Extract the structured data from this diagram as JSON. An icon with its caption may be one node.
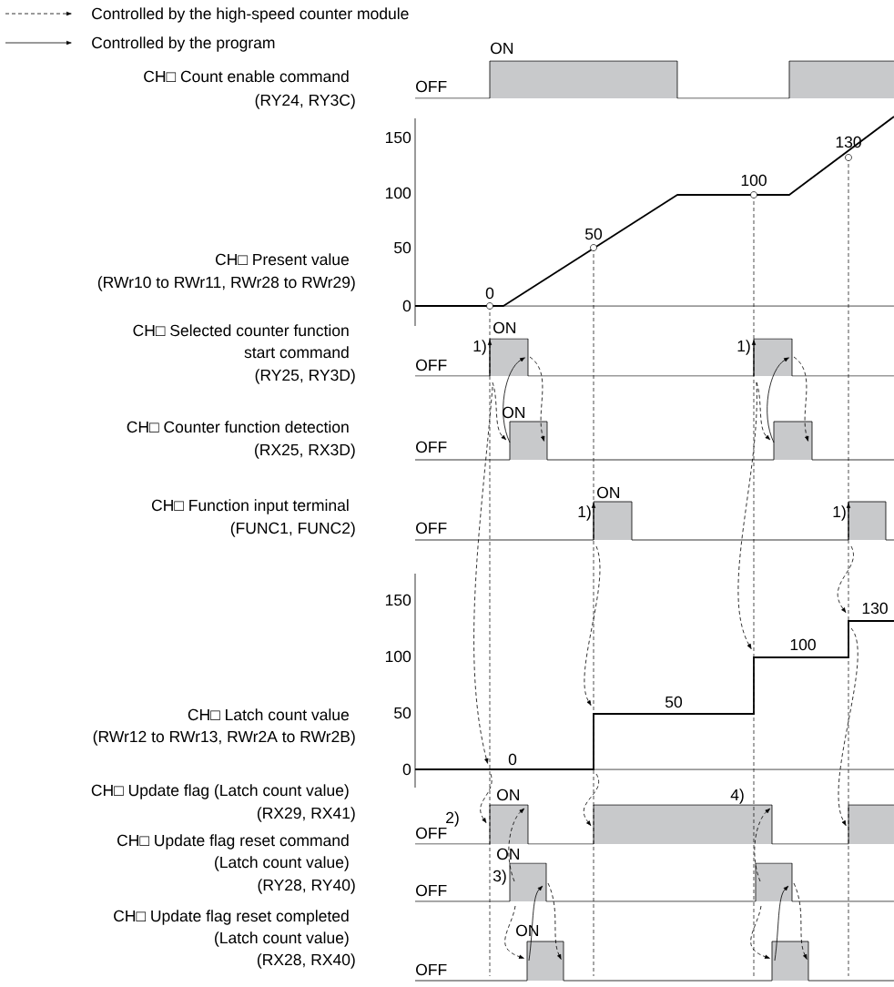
{
  "diagram": {
    "labels": [
      "ON",
      "CH□ Count enable command",
      "(RY24, RY3C)",
      "OFF",
      "150",
      "130",
      "100",
      "100",
      "50",
      "50",
      "CH□ Present value",
      "(RWr10 to RWr11, RWr28 to RWr29)",
      "0",
      "0",
      "CH□ Selected counter function",
      "ON",
      "start command",
      "1)",
      "1)",
      "OFF",
      "(RY25, RY3D)",
      "CH□ Counter function detection",
      "ON",
      "OFF",
      "(RX25, RX3D)",
      "ON",
      "CH□ Function input terminal",
      "1)",
      "1)",
      "OFF",
      "(FUNC1, FUNC2)",
      "150",
      "130",
      "100",
      "100",
      "50",
      "50",
      "CH□ Latch count value",
      "(RWr12 to RWr13, RWr2A to RWr2B)",
      "0",
      "0",
      "CH□ Update flag (Latch count value)",
      "ON",
      "4)",
      "2)",
      "(RX29, RX41)",
      "OFF",
      "CH□ Update flag reset command",
      "ON",
      "(Latch count value)",
      "3)",
      "OFF",
      "(RY28, RY40)",
      "CH□ Update flag reset completed",
      "ON",
      "(Latch count value)",
      "OFF",
      "(RX28, RX40)"
    ],
    "legend": [
      {
        "text": "Controlled by the high-speed counter module"
      },
      {
        "text": "Controlled by the program"
      }
    ]
  }
}
